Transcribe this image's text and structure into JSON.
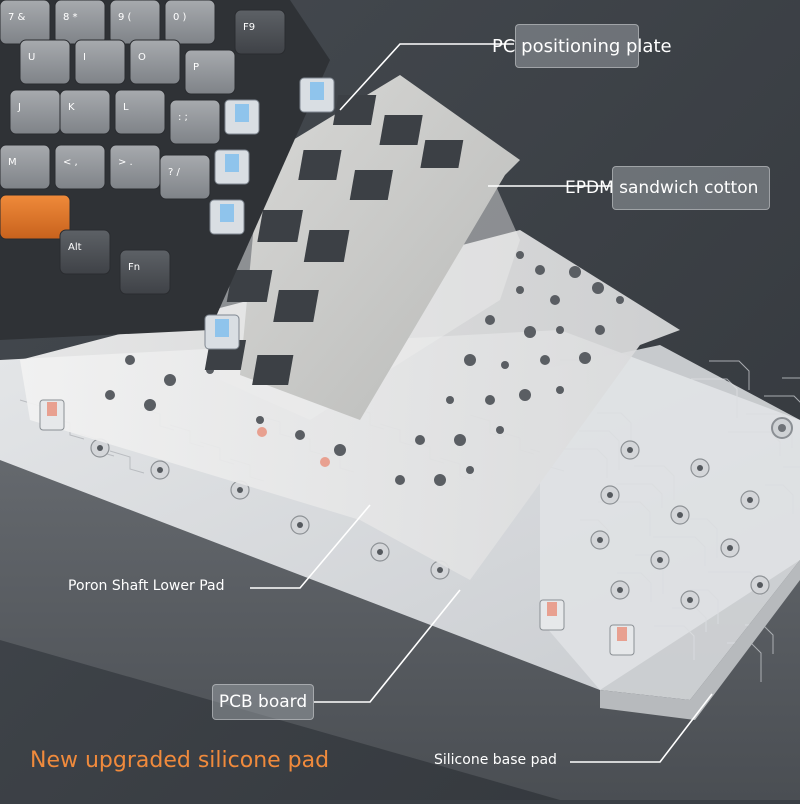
{
  "labels": {
    "pc_plate": "PC positioning plate",
    "epdm": "EPDM sandwich cotton",
    "poron": "Poron Shaft Lower Pad",
    "pcb": "PCB board",
    "silicone_base": "Silicone base pad"
  },
  "caption": "New upgraded silicone pad",
  "key_legends": [
    "7 &",
    "8 *",
    "9 (",
    "0 )",
    "F9",
    "U",
    "I",
    "O",
    "P",
    "J",
    "K",
    "L",
    ": ;",
    "M",
    "< ,",
    "> .",
    "? /",
    "Alt",
    "Fn"
  ],
  "colors": {
    "background": "#3a3f45",
    "caption": "#f08a3c",
    "switch_blue": "#8fc4ec",
    "switch_pink": "#e8a090",
    "orange_key": "#e07a2e"
  }
}
